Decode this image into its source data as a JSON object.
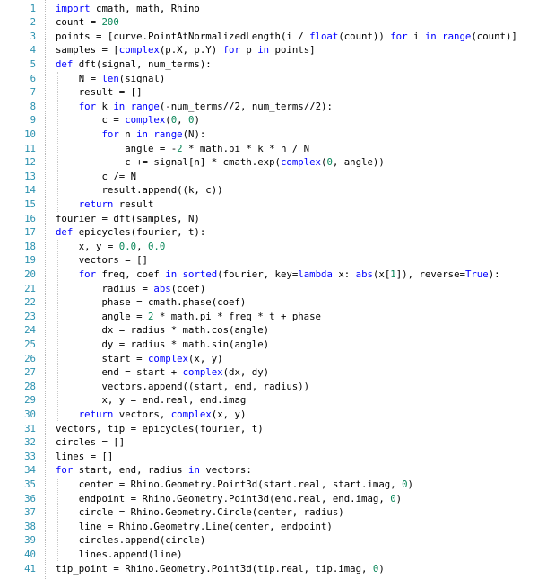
{
  "lines": [
    [
      [
        "kw",
        "import"
      ],
      [
        "blk",
        " cmath, math, Rhino"
      ]
    ],
    [
      [
        "blk",
        "count = "
      ],
      [
        "num",
        "200"
      ]
    ],
    [
      [
        "blk",
        "points = [curve.PointAtNormalizedLength(i / "
      ],
      [
        "kw",
        "float"
      ],
      [
        "blk",
        "(count)) "
      ],
      [
        "kw",
        "for"
      ],
      [
        "blk",
        " i "
      ],
      [
        "kw",
        "in"
      ],
      [
        "blk",
        " "
      ],
      [
        "kw",
        "range"
      ],
      [
        "blk",
        "(count)]"
      ]
    ],
    [
      [
        "blk",
        "samples = ["
      ],
      [
        "kw",
        "complex"
      ],
      [
        "blk",
        "(p.X, p.Y) "
      ],
      [
        "kw",
        "for"
      ],
      [
        "blk",
        " p "
      ],
      [
        "kw",
        "in"
      ],
      [
        "blk",
        " points]"
      ]
    ],
    [
      [
        "kw",
        "def"
      ],
      [
        "blk",
        " dft(signal, num_terms):"
      ]
    ],
    [
      [
        "blk",
        "    N = "
      ],
      [
        "kw",
        "len"
      ],
      [
        "blk",
        "(signal)"
      ]
    ],
    [
      [
        "blk",
        "    result = []"
      ]
    ],
    [
      [
        "blk",
        "    "
      ],
      [
        "kw",
        "for"
      ],
      [
        "blk",
        " k "
      ],
      [
        "kw",
        "in"
      ],
      [
        "blk",
        " "
      ],
      [
        "kw",
        "range"
      ],
      [
        "blk",
        "(-num_terms//2, num_terms//2):"
      ]
    ],
    [
      [
        "blk",
        "        c = "
      ],
      [
        "kw",
        "complex"
      ],
      [
        "blk",
        "("
      ],
      [
        "num",
        "0"
      ],
      [
        "blk",
        ", "
      ],
      [
        "num",
        "0"
      ],
      [
        "blk",
        ")"
      ]
    ],
    [
      [
        "blk",
        "        "
      ],
      [
        "kw",
        "for"
      ],
      [
        "blk",
        " n "
      ],
      [
        "kw",
        "in"
      ],
      [
        "blk",
        " "
      ],
      [
        "kw",
        "range"
      ],
      [
        "blk",
        "(N):"
      ]
    ],
    [
      [
        "blk",
        "            angle = -"
      ],
      [
        "num",
        "2"
      ],
      [
        "blk",
        " * math.pi * k * n / N"
      ]
    ],
    [
      [
        "blk",
        "            c += signal[n] * cmath.exp("
      ],
      [
        "kw",
        "complex"
      ],
      [
        "blk",
        "("
      ],
      [
        "num",
        "0"
      ],
      [
        "blk",
        ", angle))"
      ]
    ],
    [
      [
        "blk",
        "        c /= N"
      ]
    ],
    [
      [
        "blk",
        "        result.append((k, c))"
      ]
    ],
    [
      [
        "blk",
        "    "
      ],
      [
        "kw",
        "return"
      ],
      [
        "blk",
        " result"
      ]
    ],
    [
      [
        "blk",
        "fourier = dft(samples, N)"
      ]
    ],
    [
      [
        "kw",
        "def"
      ],
      [
        "blk",
        " epicycles(fourier, t):"
      ]
    ],
    [
      [
        "blk",
        "    x, y = "
      ],
      [
        "num",
        "0.0"
      ],
      [
        "blk",
        ", "
      ],
      [
        "num",
        "0.0"
      ]
    ],
    [
      [
        "blk",
        "    vectors = []"
      ]
    ],
    [
      [
        "blk",
        "    "
      ],
      [
        "kw",
        "for"
      ],
      [
        "blk",
        " freq, coef "
      ],
      [
        "kw",
        "in"
      ],
      [
        "blk",
        " "
      ],
      [
        "kw",
        "sorted"
      ],
      [
        "blk",
        "(fourier, key="
      ],
      [
        "kw",
        "lambda"
      ],
      [
        "blk",
        " x: "
      ],
      [
        "kw",
        "abs"
      ],
      [
        "blk",
        "(x["
      ],
      [
        "num",
        "1"
      ],
      [
        "blk",
        "]), reverse="
      ],
      [
        "kw",
        "True"
      ],
      [
        "blk",
        "):"
      ]
    ],
    [
      [
        "blk",
        "        radius = "
      ],
      [
        "kw",
        "abs"
      ],
      [
        "blk",
        "(coef)"
      ]
    ],
    [
      [
        "blk",
        "        phase = cmath.phase(coef)"
      ]
    ],
    [
      [
        "blk",
        "        angle = "
      ],
      [
        "num",
        "2"
      ],
      [
        "blk",
        " * math.pi * freq * t + phase"
      ]
    ],
    [
      [
        "blk",
        "        dx = radius * math.cos(angle)"
      ]
    ],
    [
      [
        "blk",
        "        dy = radius * math.sin(angle)"
      ]
    ],
    [
      [
        "blk",
        "        start = "
      ],
      [
        "kw",
        "complex"
      ],
      [
        "blk",
        "(x, y)"
      ]
    ],
    [
      [
        "blk",
        "        end = start + "
      ],
      [
        "kw",
        "complex"
      ],
      [
        "blk",
        "(dx, dy)"
      ]
    ],
    [
      [
        "blk",
        "        vectors.append((start, end, radius))"
      ]
    ],
    [
      [
        "blk",
        "        x, y = end.real, end.imag"
      ]
    ],
    [
      [
        "blk",
        "    "
      ],
      [
        "kw",
        "return"
      ],
      [
        "blk",
        " vectors, "
      ],
      [
        "kw",
        "complex"
      ],
      [
        "blk",
        "(x, y)"
      ]
    ],
    [
      [
        "blk",
        "vectors, tip = epicycles(fourier, t)"
      ]
    ],
    [
      [
        "blk",
        "circles = []"
      ]
    ],
    [
      [
        "blk",
        "lines = []"
      ]
    ],
    [
      [
        "kw",
        "for"
      ],
      [
        "blk",
        " start, end, radius "
      ],
      [
        "kw",
        "in"
      ],
      [
        "blk",
        " vectors:"
      ]
    ],
    [
      [
        "blk",
        "    center = Rhino.Geometry.Point3d(start.real, start.imag, "
      ],
      [
        "num",
        "0"
      ],
      [
        "blk",
        ")"
      ]
    ],
    [
      [
        "blk",
        "    endpoint = Rhino.Geometry.Point3d(end.real, end.imag, "
      ],
      [
        "num",
        "0"
      ],
      [
        "blk",
        ")"
      ]
    ],
    [
      [
        "blk",
        "    circle = Rhino.Geometry.Circle(center, radius)"
      ]
    ],
    [
      [
        "blk",
        "    line = Rhino.Geometry.Line(center, endpoint)"
      ]
    ],
    [
      [
        "blk",
        "    circles.append(circle)"
      ]
    ],
    [
      [
        "blk",
        "    lines.append(line)"
      ]
    ],
    [
      [
        "blk",
        "tip_point = Rhino.Geometry.Point3d(tip.real, tip.imag, "
      ],
      [
        "num",
        "0"
      ],
      [
        "blk",
        ")"
      ]
    ]
  ],
  "colors": {
    "keyword": "#0000ff",
    "number": "#098658",
    "line_number": "#2b91af",
    "text": "#000000"
  }
}
